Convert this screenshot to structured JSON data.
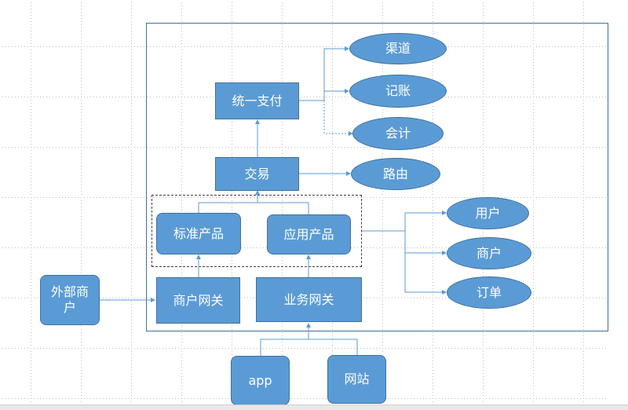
{
  "nodes": {
    "channel": "渠道",
    "bookkeeping": "记账",
    "accounting": "会计",
    "unified_payment": "统一支付",
    "transaction": "交易",
    "routing": "路由",
    "standard_product": "标准产品",
    "application_product": "应用产品",
    "user": "用户",
    "merchant": "商户",
    "order": "订单",
    "external_merchant": "外部商户",
    "merchant_gateway": "商户网关",
    "business_gateway": "业务网关",
    "app": "app",
    "website": "网站"
  },
  "colors": {
    "fill": "#5b9bd5",
    "stroke": "#41719c",
    "connector": "#5b9bd5"
  }
}
